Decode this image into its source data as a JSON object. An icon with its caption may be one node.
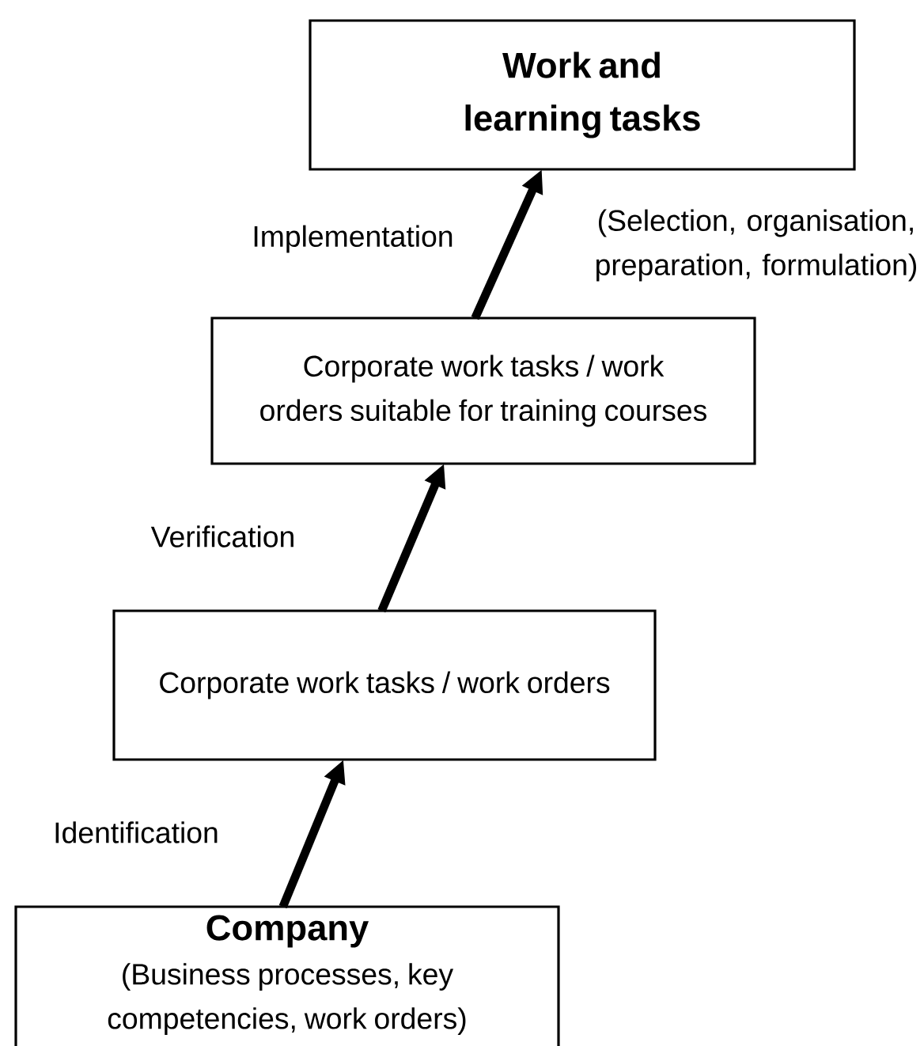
{
  "diagram": {
    "nodes": [
      {
        "text": [
          "Work and learning tasks"
        ]
      },
      {
        "text": [
          "Corporate work tasks / work orders suitable for training courses"
        ]
      },
      {
        "text": [
          "Corporate work tasks / work orders"
        ]
      },
      {
        "text": [
          "Company",
          "(Business processes, key competencies, work orders)"
        ]
      }
    ],
    "edges": [
      {
        "from": 3,
        "to": 2,
        "arrow": "to",
        "label": "Identification"
      },
      {
        "from": 2,
        "to": 1,
        "arrow": "to",
        "label": "Verification"
      },
      {
        "from": 1,
        "to": 0,
        "arrow": "to",
        "label": "Implementation"
      }
    ],
    "labels": [
      "(Selection, organisation, preparation, formulation)"
    ]
  }
}
